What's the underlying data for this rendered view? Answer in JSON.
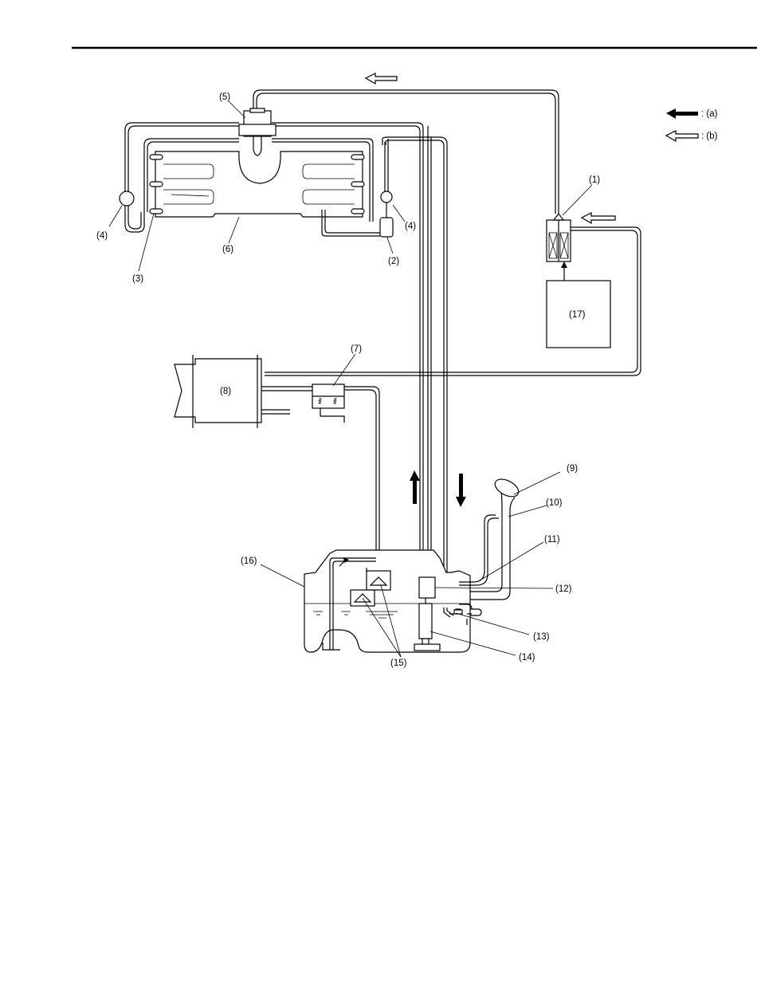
{
  "legend": {
    "flow_a_label": ": (a)",
    "flow_b_label": ": (b)"
  },
  "labels": {
    "l1": "(1)",
    "l2": "(2)",
    "l3": "(3)",
    "l4_left": "(4)",
    "l4_right": "(4)",
    "l5": "(5)",
    "l6": "(6)",
    "l7": "(7)",
    "l8": "(8)",
    "l9": "(9)",
    "l10": "(10)",
    "l11": "(11)",
    "l12": "(12)",
    "l13": "(13)",
    "l14": "(14)",
    "l15": "(15)",
    "l16": "(16)",
    "l17": "(17)"
  },
  "colors": {
    "line": "#000000",
    "background": "#ffffff"
  }
}
